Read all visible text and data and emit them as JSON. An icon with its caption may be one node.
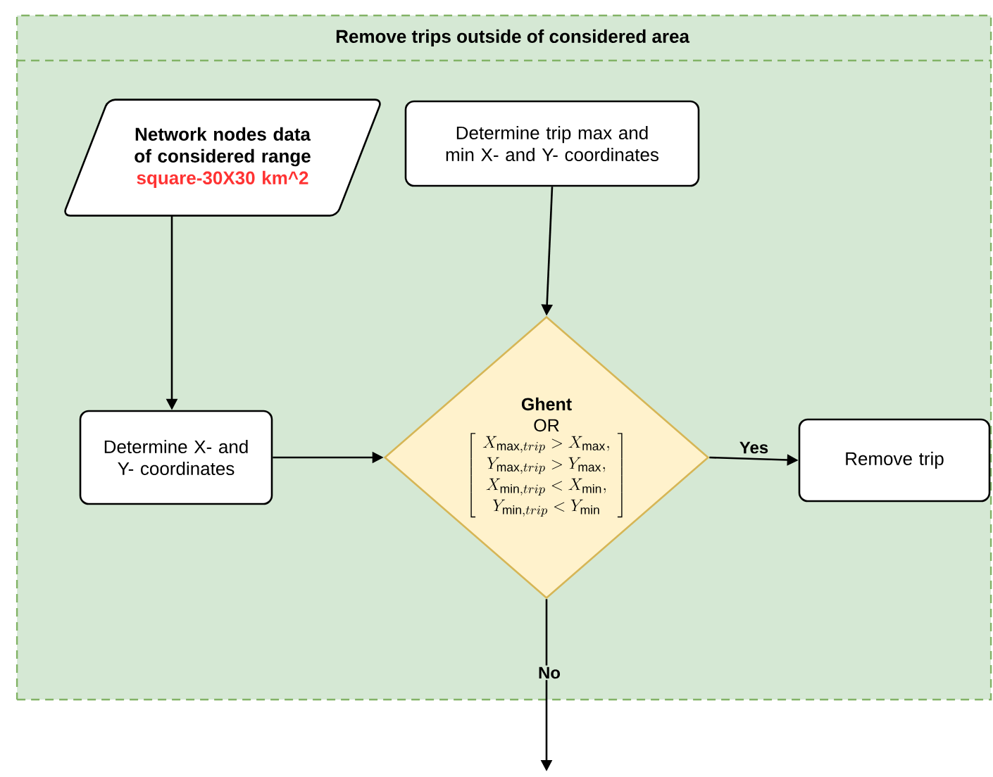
{
  "diagram": {
    "nodes": [
      {
        "text": [
          "Remove trips outside of considered area"
        ]
      },
      {
        "text": [
          "Network nodes data of considered range",
          "square-30X30 km^2"
        ],
        "in": 0
      },
      {
        "text": [
          "Determine trip max and min X- and Y- coordinates"
        ],
        "in": 0
      },
      {
        "text": [
          "Determine X- and Y- coordinates"
        ],
        "in": 0
      },
      {
        "text": [
          "Ghent",
          "OR",
          "\\left[\\begin{array}{c} X_{\\max,trip} > X_{\\max}, \\\\ Y_{\\max,trip} > Y_{\\max}, \\\\ X_{\\min,trip} < X_{\\min}, \\\\ Y_{\\min,trip} < Y_{\\min} \\end{array}\\right]"
        ],
        "in": 0
      },
      {
        "text": [
          "Remove trip"
        ],
        "in": 0
      }
    ],
    "edges": [
      {
        "from": 1,
        "to": 3,
        "arrow": "to"
      },
      {
        "from": 2,
        "to": 4,
        "arrow": "to"
      },
      {
        "from": 3,
        "to": 4,
        "arrow": "to"
      },
      {
        "from": 4,
        "to": 5,
        "arrow": "to",
        "label": "Yes"
      },
      {
        "from": 4,
        "to": null,
        "arrow": "to",
        "label": "No"
      }
    ]
  }
}
